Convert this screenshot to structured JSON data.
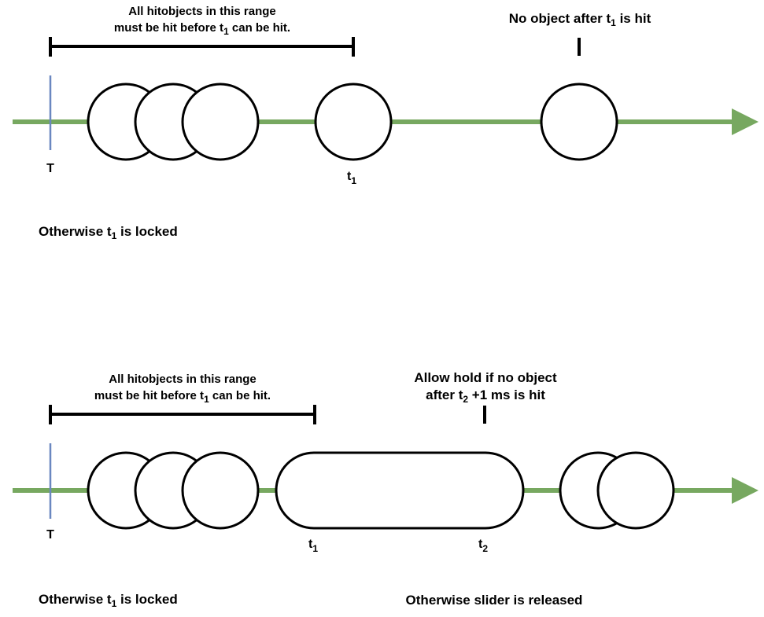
{
  "colors": {
    "timeline": "#77a860",
    "start_marker": "#6a87c0",
    "outline": "#000000"
  },
  "top": {
    "range_note": {
      "line1": "All hitobjects in this range",
      "line2_pre": "must be hit before t",
      "line2_sub": "1",
      "line2_post": " can be hit."
    },
    "after_note": {
      "pre": "No object after t",
      "sub": "1",
      "post": " is hit"
    },
    "start_label": "T",
    "t1_label": {
      "main": "t",
      "sub": "1"
    },
    "locked_note": {
      "pre": "Otherwise t",
      "sub": "1",
      "post": " is locked"
    }
  },
  "bottom": {
    "range_note": {
      "line1": "All hitobjects in this range",
      "line2_pre": "must be hit before t",
      "line2_sub": "1",
      "line2_post": " can be hit."
    },
    "hold_note": {
      "line1": "Allow hold if no object",
      "line2_pre": "after t",
      "line2_sub": "2",
      "line2_post": " +1 ms is hit"
    },
    "start_label": "T",
    "t1_label": {
      "main": "t",
      "sub": "1"
    },
    "t2_label": {
      "main": "t",
      "sub": "2"
    },
    "locked_note": {
      "pre": "Otherwise t",
      "sub": "1",
      "post": " is locked"
    },
    "released_note": "Otherwise slider is released"
  }
}
